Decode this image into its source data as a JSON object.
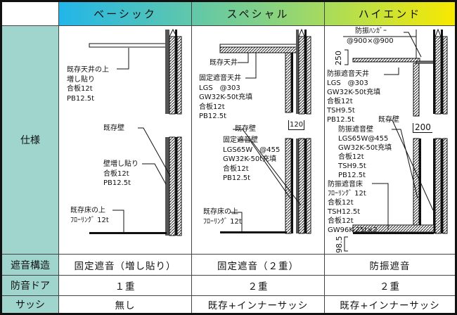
{
  "header": {
    "plans": [
      "ベーシック",
      "スペシャル",
      "ハイエンド"
    ]
  },
  "rows": {
    "spec_label": "仕様",
    "structure": {
      "label": "遮音構造",
      "values": [
        "固定遮音（増し貼り）",
        "固定遮音（２重）",
        "防振遮音"
      ]
    },
    "door": {
      "label": "防音ドア",
      "values": [
        "１重",
        "２重",
        "２重"
      ]
    },
    "sash": {
      "label": "サッシ",
      "values": [
        "無し",
        "既存+インナーサッシ",
        "既存+インナーサッシ"
      ]
    }
  },
  "basic": {
    "ceiling": [
      "既存天井の上",
      "増し貼り",
      "合板12t",
      "PB12.5t"
    ],
    "existing_wall": "既存壁",
    "wall": [
      "壁増し貼り",
      "合板12t",
      "PB12.5t"
    ],
    "floor": [
      "既存床の上",
      "ﾌﾛｰﾘﾝｸﾞ 12t"
    ]
  },
  "special": {
    "existing_ceiling": "既存天井",
    "ceiling": [
      "固定遮音天井",
      "LGS　@303",
      "GW32K-50t充填",
      "合板12t",
      "PB12.5t"
    ],
    "gap": "120",
    "existing_wall": "既存壁",
    "wall": [
      "固定遮音壁",
      "LGS65W　@455",
      "GW32K-50t充填",
      "合板12t",
      "PB12.5t"
    ],
    "floor": [
      "既存床の上",
      "ﾌﾛｰﾘﾝｸﾞ 12t"
    ]
  },
  "highend": {
    "hanger": [
      "防振ﾊﾝｶﾞｰ",
      "@900×@900"
    ],
    "ceiling_height": "250",
    "ceiling": [
      "防振遮音天井",
      "LGS　@303",
      "GW32K-50t充填",
      "合板12t",
      "TSH9.5t",
      "PB12.5t"
    ],
    "existing_wall": "既存壁",
    "gap": "200",
    "wall": [
      "防振遮音壁",
      "LGS65W@455",
      "GW32K-50t充填",
      "合板12t",
      "TSH9.5t",
      "PB12.5t"
    ],
    "floor": [
      "防振遮音床",
      "ﾌﾛｰﾘﾝｸﾞ 12t",
      "合板12t",
      "TSH12.5t",
      "合板12t",
      "GW96K-25t×2"
    ],
    "floor_height": "98.5"
  },
  "colors": {
    "label_bg": "#9fd5cd",
    "header_start": "#22b6ea",
    "header_mid": "#7fd08a",
    "header_end": "#f8e800"
  }
}
